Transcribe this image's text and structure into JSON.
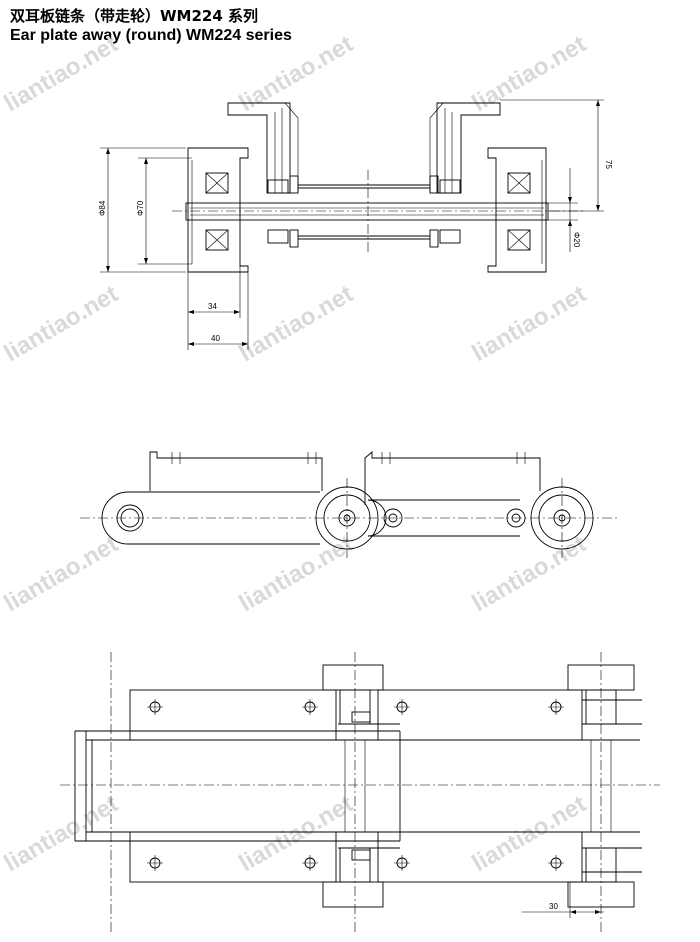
{
  "header": {
    "title_cn": "双耳板链条（带走轮）WM224 系列",
    "title_en": "Ear plate away (round) WM224 series"
  },
  "watermark": {
    "text": "liantiao.net",
    "color": "#d9d9d9"
  },
  "top_view": {
    "dims": {
      "phi84": "Φ84",
      "phi70": "Φ70",
      "phi20": "Φ20",
      "d75": "75",
      "d34": "34",
      "d40": "40"
    }
  },
  "bottom_view": {
    "dims": {
      "d30": "30"
    }
  }
}
